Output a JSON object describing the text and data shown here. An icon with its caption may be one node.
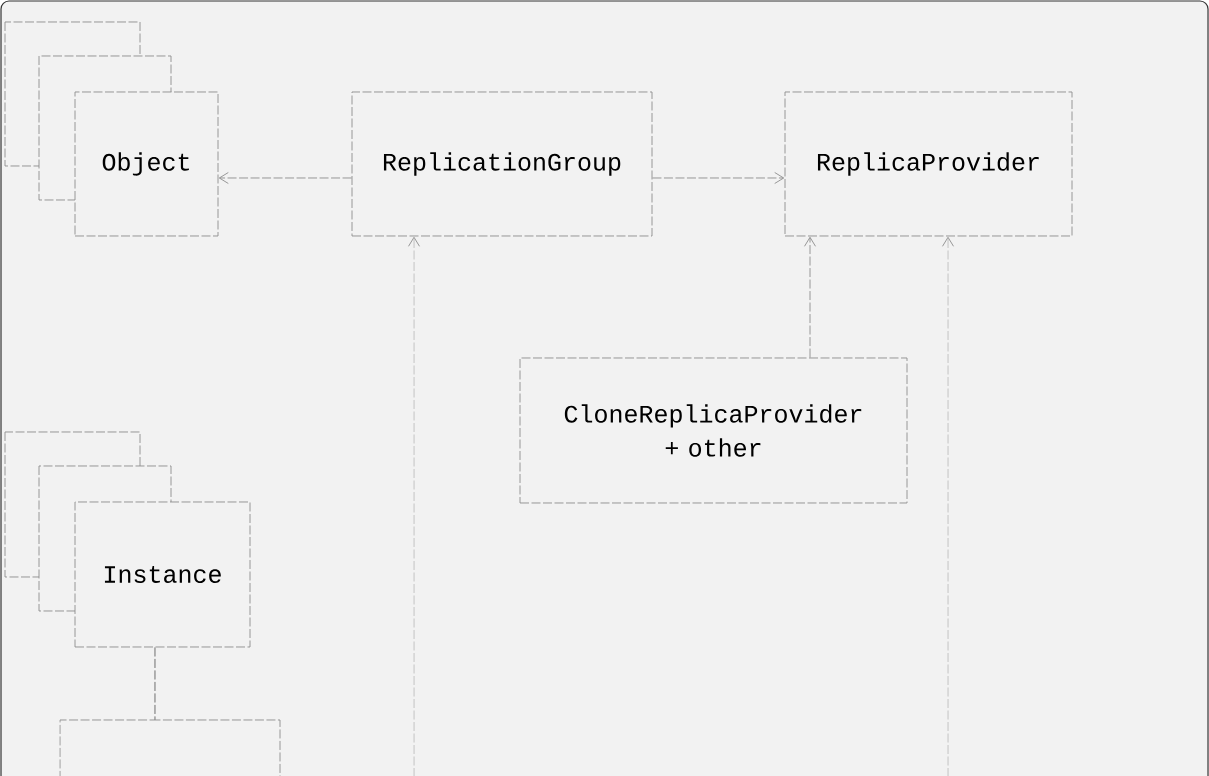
{
  "diagram": {
    "nodes": [
      {
        "text": [
          "Object"
        ]
      },
      {
        "text": [
          "ReplicationGroup"
        ]
      },
      {
        "text": [
          "ReplicaProvider"
        ]
      },
      {
        "text": [
          "CloneReplicaProvider + other"
        ]
      },
      {
        "text": [
          "Instance"
        ]
      }
    ],
    "edges": [
      {
        "from": 1,
        "to": 0,
        "arrow": "to"
      },
      {
        "from": 1,
        "to": 2,
        "arrow": "to"
      },
      {
        "from": 3,
        "to": 2,
        "arrow": "to"
      },
      {
        "from": null,
        "to": 1,
        "arrow": "to"
      },
      {
        "from": null,
        "to": 2,
        "arrow": "to"
      },
      {
        "from": 4,
        "to": null,
        "arrow": "none"
      },
      {
        "from": 4,
        "to": null,
        "arrow": "none"
      }
    ]
  }
}
